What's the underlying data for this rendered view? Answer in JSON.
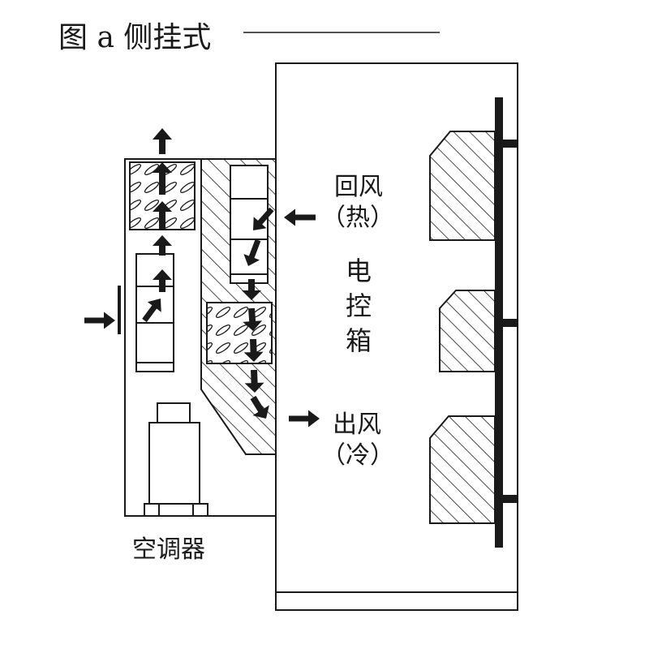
{
  "title": "图 a 侧挂式",
  "labels": {
    "return_air_line1": "回风",
    "return_air_line2": "（热）",
    "cabinet_char1": "电",
    "cabinet_char2": "控",
    "cabinet_char3": "箱",
    "supply_air_line1": "出风",
    "supply_air_line2": "（冷）",
    "ac_unit": "空调器"
  },
  "colors": {
    "line": "#1a1a1a",
    "arrow": "#1a1a1a",
    "background": "#ffffff"
  }
}
